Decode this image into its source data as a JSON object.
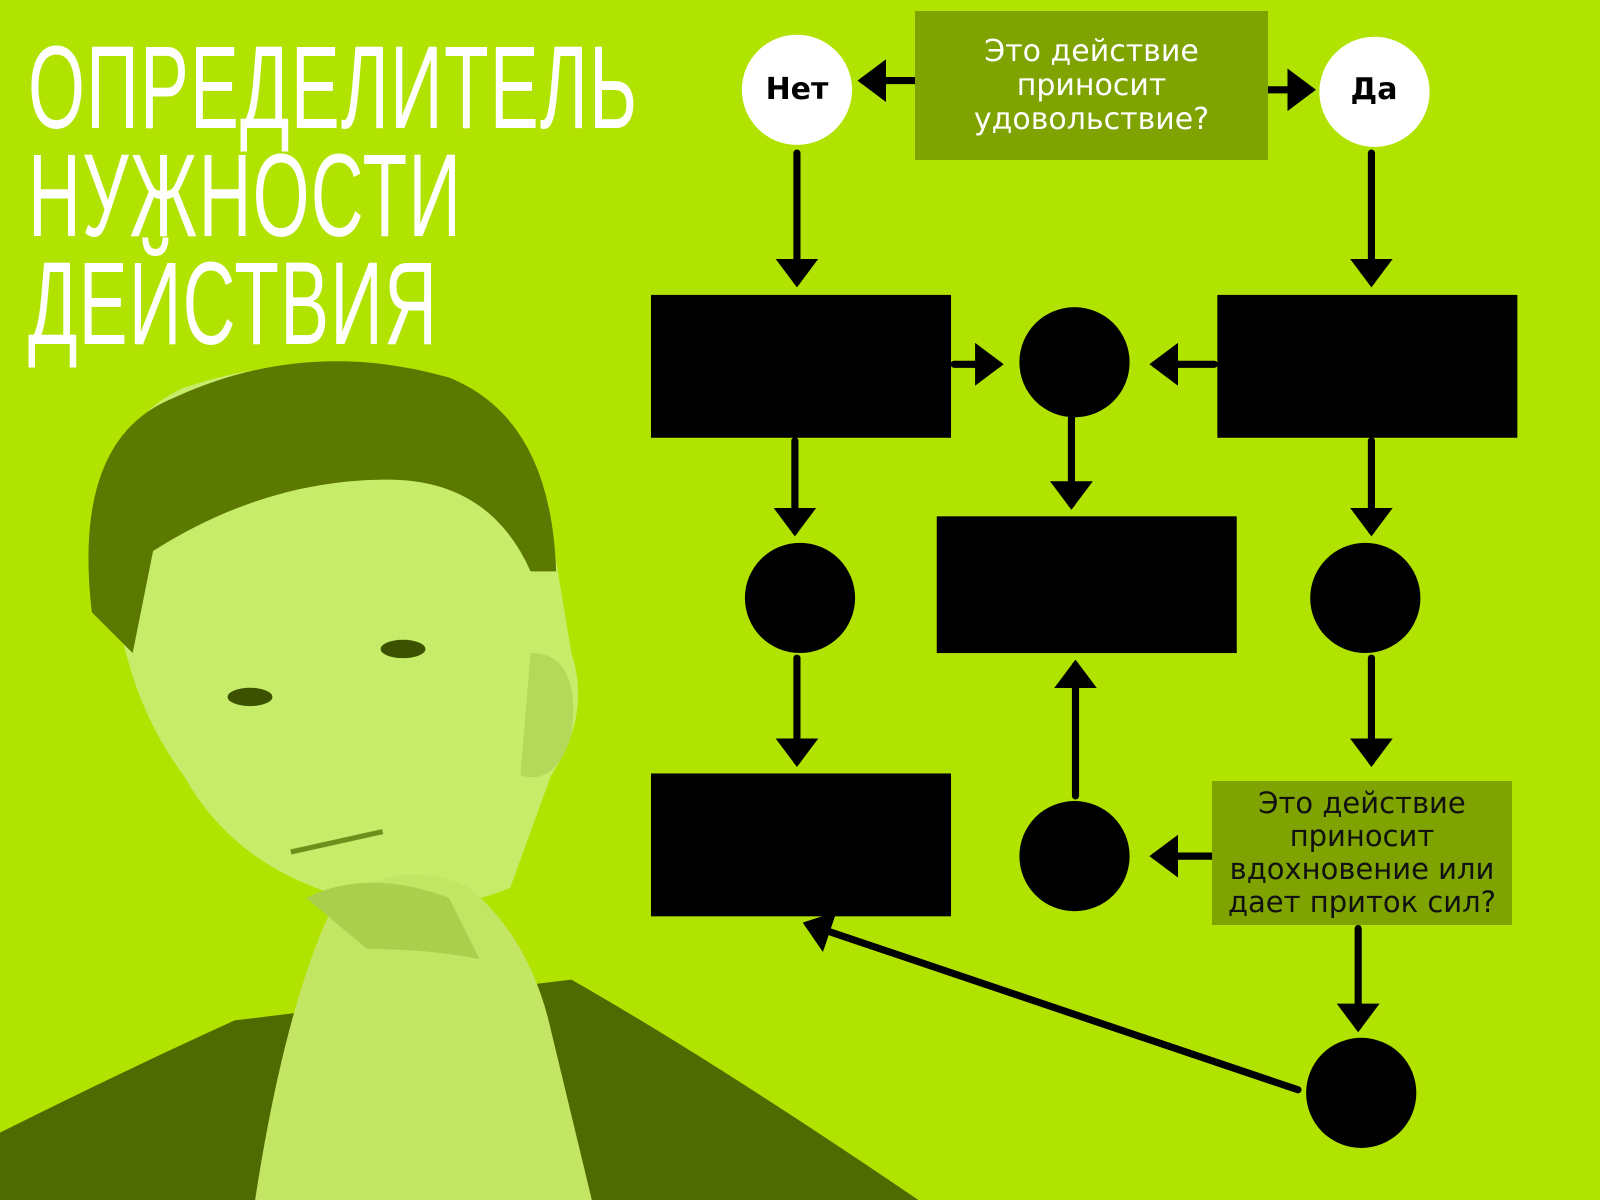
{
  "title": {
    "lines": [
      "ОПРЕДЕЛИТЕЛЬ",
      "НУЖНОСТИ",
      "ДЕЙСТВИЯ"
    ]
  },
  "flowchart": {
    "question1": "Это действие приносит удовольствие?",
    "answer_no": "Нет",
    "answer_yes": "Да",
    "question2": "Это действие приносит вдохновение или дает приток сил?"
  },
  "colors": {
    "background": "#b1e300",
    "question_box": "#7fa300",
    "shapes": "#000000",
    "photo_tone": "#5a7500"
  }
}
